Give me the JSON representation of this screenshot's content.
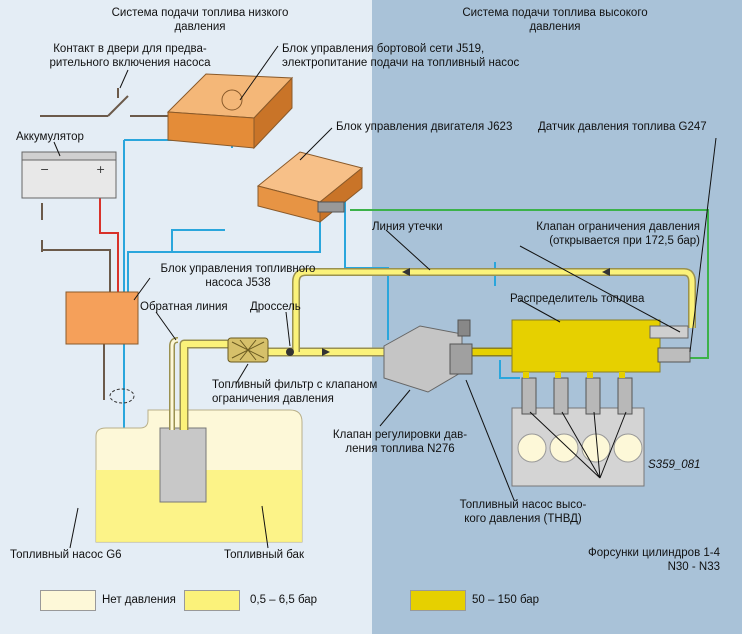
{
  "headings": {
    "low_pressure": [
      "Система подачи топлива низкого",
      "давления"
    ],
    "high_pressure": [
      "Система подачи топлива высокого",
      "давления"
    ]
  },
  "labels": {
    "door_contact": [
      "Контакт в двери для предва-",
      "рительного включения насоса"
    ],
    "j519": [
      "Блок управления бортовой сети J519,",
      "электропитание подачи на топливный насос"
    ],
    "battery": "Аккумулятор",
    "j623": "Блок управления двигателя J623",
    "g247": "Датчик давления топлива G247",
    "leak_line": "Линия утечки",
    "relief_valve": [
      "Клапан ограничения давления",
      "(открывается при 172,5 бар)"
    ],
    "j538": [
      "Блок управления топливного",
      "насоса J538"
    ],
    "return_line": "Обратная линия",
    "throttle": "Дроссель",
    "fuel_rail": "Распределитель топлива",
    "fuel_filter": [
      "Топливный фильтр с клапаном",
      "ограничения давления"
    ],
    "n276": [
      "Клапан регулировки дав-",
      "ления топлива N276"
    ],
    "figure_code": "S359_081",
    "hp_pump": [
      "Топливный насос высо-",
      "кого давления (ТНВД)"
    ],
    "g6": "Топливный насос G6",
    "tank": "Топливный бак",
    "injectors": [
      "Форсунки цилиндров 1-4",
      "N30 - N33"
    ]
  },
  "legend": [
    {
      "label": "Нет давления",
      "color": "#fdf8d8"
    },
    {
      "label": "0,5 – 6,5 бар",
      "color": "#fbf27a"
    },
    {
      "label": "50 – 150 бар",
      "color": "#e6d000"
    }
  ],
  "colors": {
    "left_bg": "#e4edf5",
    "right_bg": "#a9c2d8",
    "low_fuel": "#fbf27a",
    "high_fuel": "#e6d000",
    "no_pressure": "#fdf8d8",
    "signal_blue": "#2aa6dc",
    "signal_green": "#3cb24a",
    "power_red": "#d8322a",
    "ecu_orange": "#f2a65a"
  }
}
